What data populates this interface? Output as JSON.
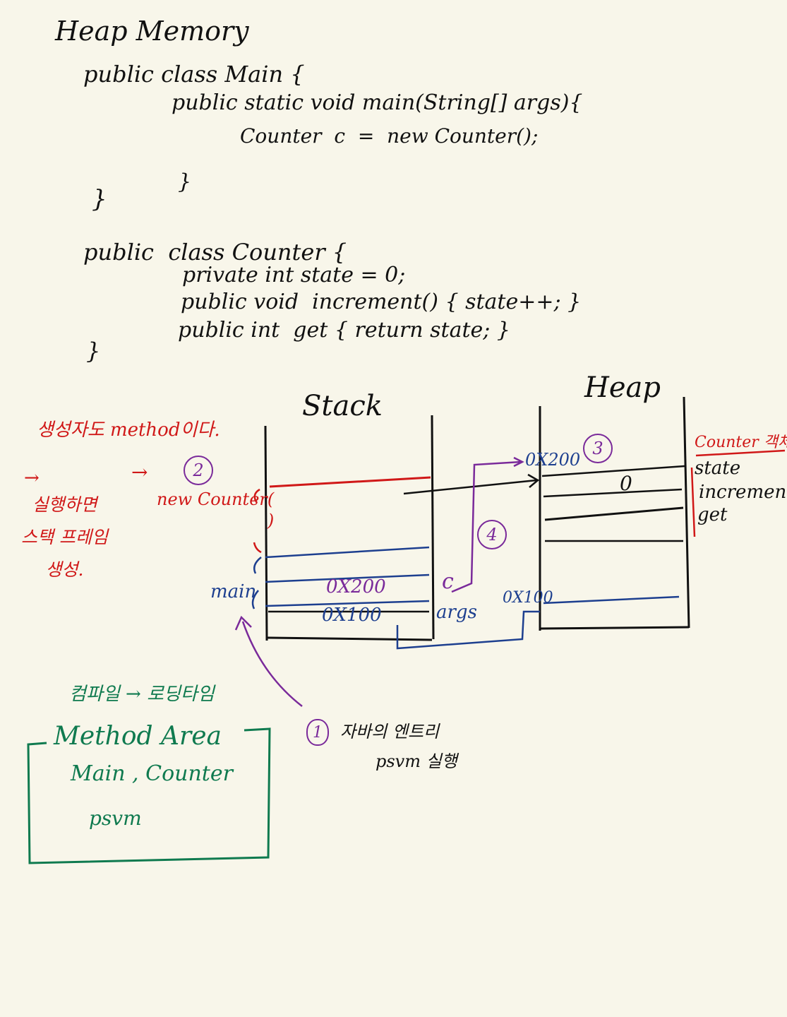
{
  "title": "Heap Memory",
  "code": {
    "main_class": [
      "public class Main {",
      "public static void main(String[] args){",
      "Counter  c  =  new Counter();",
      "}",
      "}"
    ],
    "counter_class": [
      "public  class Counter {",
      "private int state = 0;",
      "public void  increment() { state++; }",
      "public int  get { return state; }",
      "}"
    ]
  },
  "diagram": {
    "stack_label": "Stack",
    "heap_label": "Heap",
    "frame_label_main": "main",
    "frame_label_new": "new Counter(\n)",
    "stack_value_1": "0X200",
    "stack_value_2": "0X100",
    "var_c": "c",
    "var_args": "args",
    "arrow_addr_200": "0X200",
    "heap_addr_100": "0X100",
    "heap_state_value": "0",
    "heap_object_title": "Counter 객체",
    "heap_fields": [
      "state",
      "increment",
      "get"
    ],
    "step_1": "1",
    "step_2": "2",
    "step_3": "3",
    "step_4": "4"
  },
  "notes": {
    "red_title": "생성자도 method이다.",
    "red_arrow": "→",
    "red_body": "실행하면\n스택 프레임\n생성.",
    "red_arrow2": "→",
    "step1_note_line1": "자바의 엔트리",
    "step1_note_line2": "psvm 실행",
    "green_header": "컴파일 → 로딩타임",
    "method_area_title": "Method Area",
    "method_area_line1": "Main , Counter",
    "method_area_line2": "psvm"
  },
  "colors": {
    "black": "#111111",
    "red": "#d01818",
    "blue": "#1d3f8f",
    "purple": "#7a2a9a",
    "green": "#0f7a4f",
    "paper": "#f8f6ea"
  }
}
